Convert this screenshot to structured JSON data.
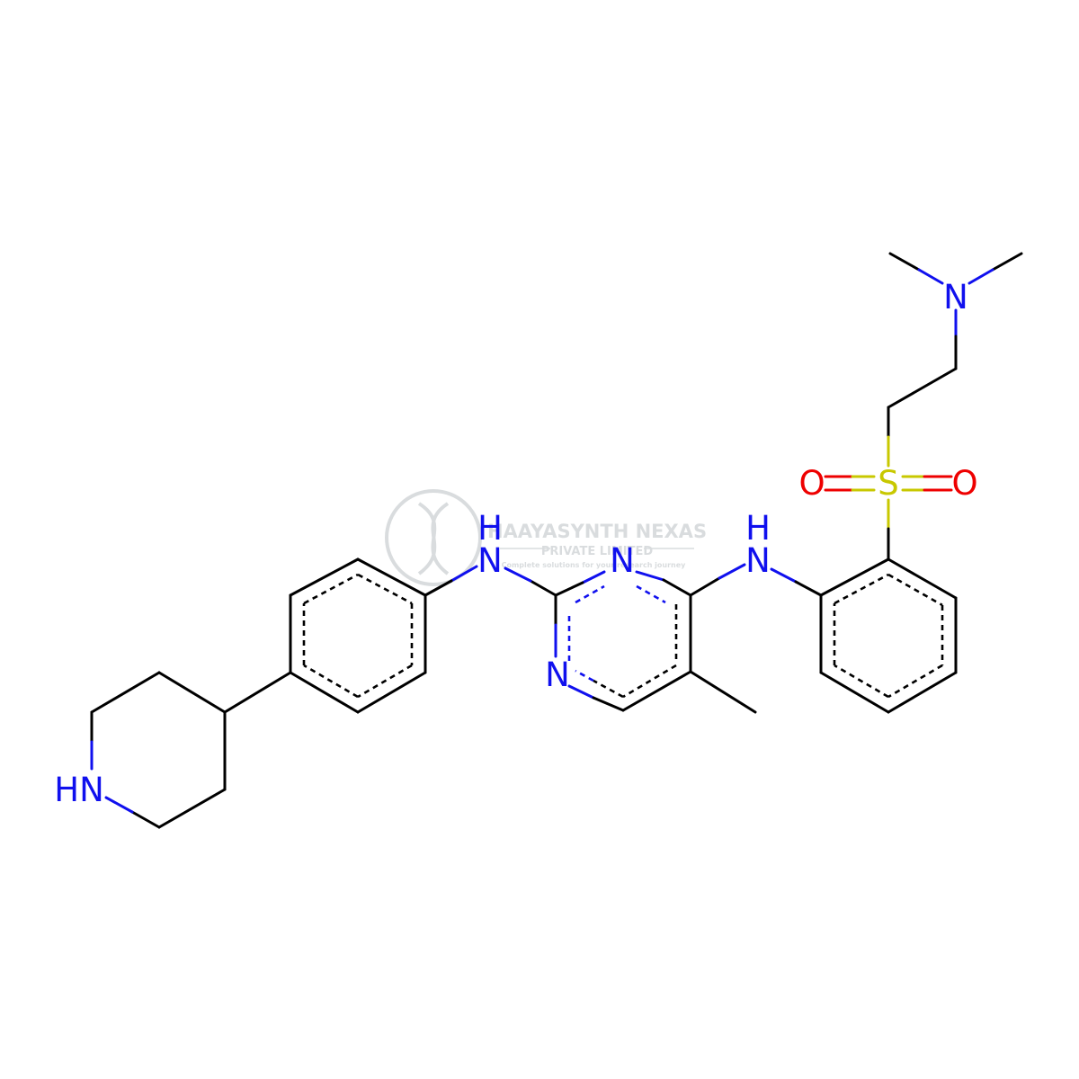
{
  "colors": {
    "carbon": "#000000",
    "nitrogen": "#1010ee",
    "oxygen": "#ee0000",
    "sulfur": "#c8c800",
    "watermark": "#d3d7d9"
  },
  "watermark": {
    "line1": "HAAYASYNTH NEXAS",
    "line2": "PRIVATE LIMITED",
    "line3": "Complete solutions for your research journey"
  },
  "atoms": [
    {
      "id": "N_dm",
      "label": "N",
      "element": "N"
    },
    {
      "id": "S",
      "label": "S",
      "element": "S"
    },
    {
      "id": "O_left",
      "label": "O",
      "element": "O"
    },
    {
      "id": "O_right",
      "label": "O",
      "element": "O"
    },
    {
      "id": "NH_right",
      "label": "NH",
      "element": "N"
    },
    {
      "id": "NH_left",
      "label": "NH",
      "element": "N"
    },
    {
      "id": "N_pyr1",
      "label": "N",
      "element": "N"
    },
    {
      "id": "N_pyr3",
      "label": "N",
      "element": "N"
    },
    {
      "id": "HN_pip",
      "label": "HN",
      "element": "N"
    }
  ]
}
